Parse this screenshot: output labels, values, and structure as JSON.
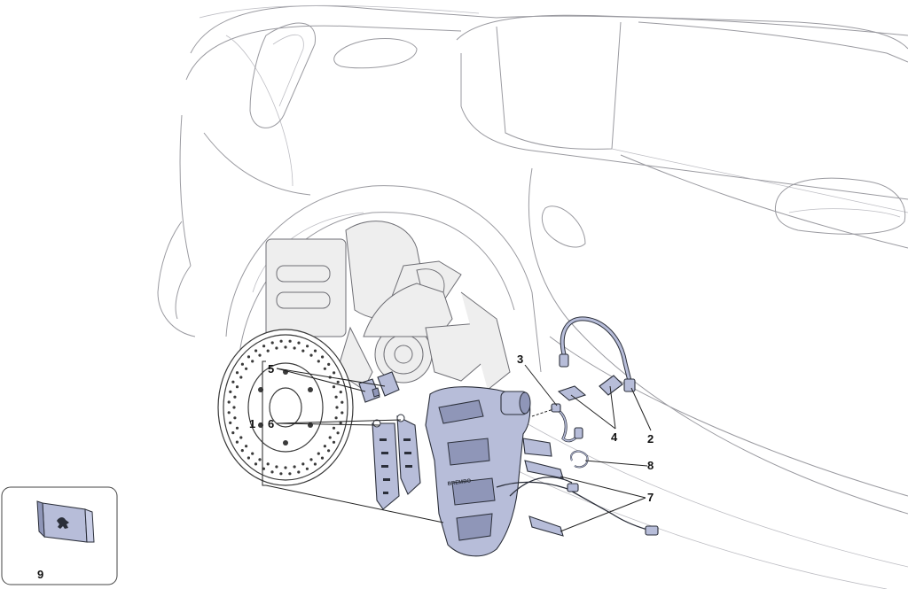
{
  "callouts": [
    {
      "id": "c1",
      "label": "1"
    },
    {
      "id": "c2",
      "label": "2"
    },
    {
      "id": "c3",
      "label": "3"
    },
    {
      "id": "c4",
      "label": "4"
    },
    {
      "id": "c5",
      "label": "5"
    },
    {
      "id": "c6",
      "label": "6"
    },
    {
      "id": "c7",
      "label": "7"
    },
    {
      "id": "c8",
      "label": "8"
    },
    {
      "id": "c9",
      "label": "9"
    }
  ],
  "colors": {
    "part_fill": "#b7bdd9",
    "part_stroke": "#2b2f3a",
    "car_outline": "#9a9aa0"
  }
}
